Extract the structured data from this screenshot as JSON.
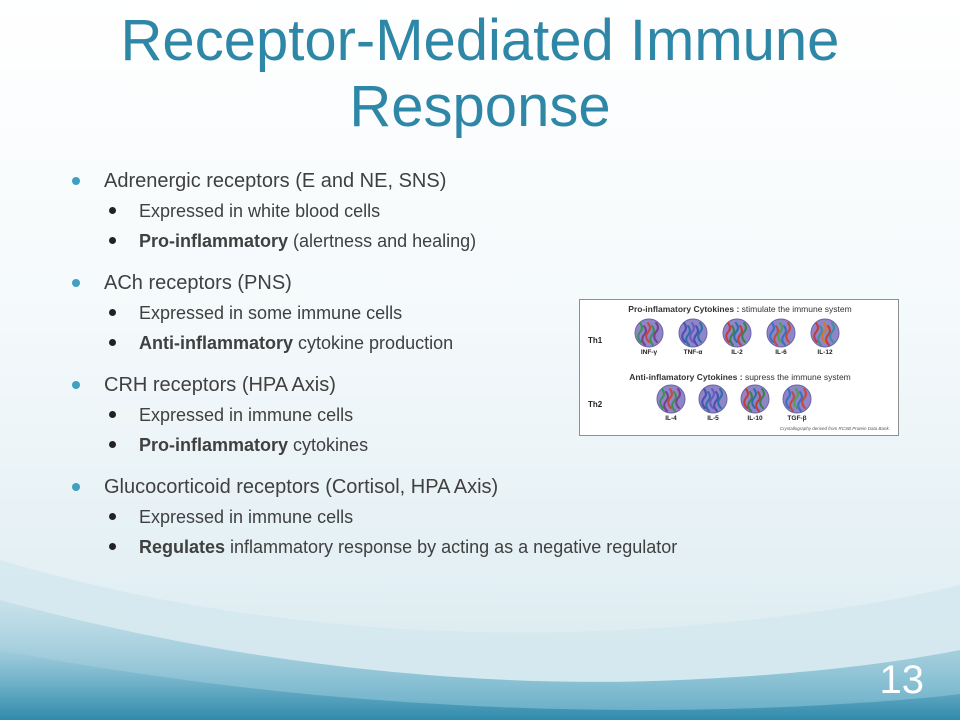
{
  "slide": {
    "title": "Receptor-Mediated Immune Response",
    "page_number": "13",
    "colors": {
      "title": "#2e87a6",
      "bullet": "#3fa0bf",
      "text": "#404040"
    }
  },
  "bullets": [
    {
      "text": "Adrenergic receptors (E and NE, SNS)",
      "sub": [
        {
          "bold": "",
          "text": "Expressed in white blood cells"
        },
        {
          "bold": "Pro-inflammatory",
          "text": " (alertness and healing)"
        }
      ]
    },
    {
      "text": "ACh receptors (PNS)",
      "sub": [
        {
          "bold": "",
          "text": "Expressed in some immune cells"
        },
        {
          "bold": "Anti-inflammatory",
          "text": " cytokine production"
        }
      ]
    },
    {
      "text": "CRH receptors (HPA Axis)",
      "sub": [
        {
          "bold": "",
          "text": "Expressed in immune cells"
        },
        {
          "bold": "Pro-inflammatory",
          "text": " cytokines"
        }
      ]
    },
    {
      "text": "Glucocorticoid receptors (Cortisol, HPA Axis)",
      "sub": [
        {
          "bold": "",
          "text": "Expressed in immune cells"
        },
        {
          "bold": "Regulates",
          "text": " inflammatory response by acting as a negative regulator"
        }
      ]
    }
  ],
  "figure": {
    "pro_heading_bold": "Pro-inflamatory Cytokines :",
    "pro_heading_rest": " stimulate the immune system",
    "anti_heading_bold": "Anti-inflamatory Cytokines :",
    "anti_heading_rest": " supress the immune system",
    "row1_label": "Th1",
    "row2_label": "Th2",
    "row1": [
      "INF-γ",
      "TNF-α",
      "IL-2",
      "IL-6",
      "IL-12"
    ],
    "row2": [
      "IL-4",
      "IL-5",
      "IL-10",
      "TGF-β"
    ],
    "credit": "Crystallography derived from RCSB Protein Data Bank."
  }
}
